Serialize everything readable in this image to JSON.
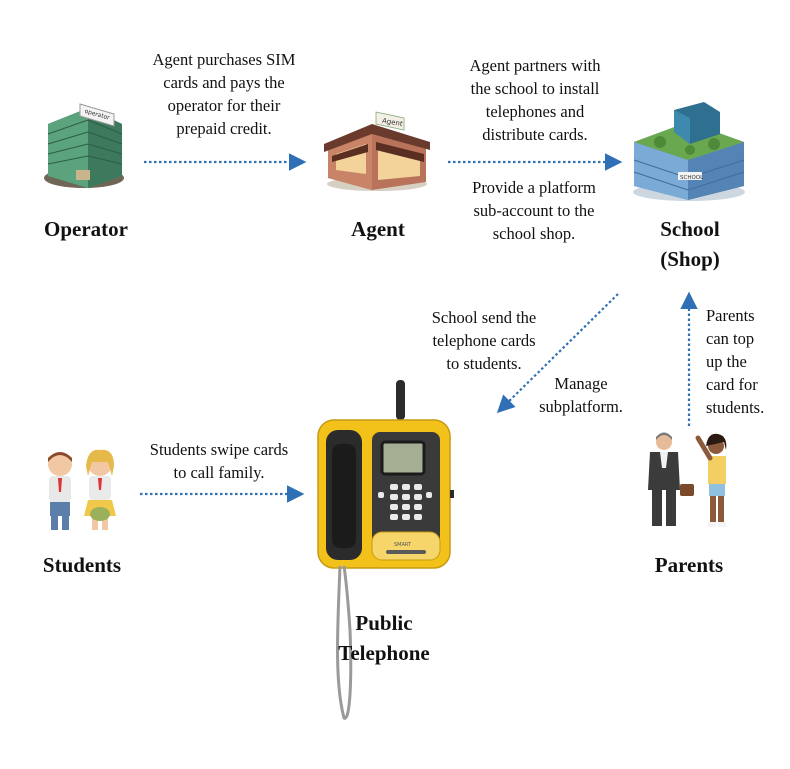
{
  "nodes": {
    "operator": {
      "label": "Operator",
      "sign_text": "operator"
    },
    "agent": {
      "label": "Agent",
      "sign_text": "Agent"
    },
    "school": {
      "label_line1": "School",
      "label_line2": "(Shop)",
      "sign_text": "SCHOOL"
    },
    "students": {
      "label": "Students"
    },
    "telephone": {
      "label_line1": "Public",
      "label_line2": "Telephone",
      "brand_text": "SMART"
    },
    "parents": {
      "label": "Parents"
    }
  },
  "edges": {
    "operator_to_agent": [
      "Agent purchases SIM",
      "cards and pays the",
      "operator for their",
      "prepaid credit."
    ],
    "agent_to_school_top": [
      "Agent partners with",
      "the school to install",
      "telephones and",
      "distribute cards."
    ],
    "agent_to_school_bottom": [
      "Provide a platform",
      "sub-account to the",
      "school shop."
    ],
    "school_to_phone_a": [
      "School send the",
      "telephone cards",
      "to students."
    ],
    "school_to_phone_b": [
      "Manage",
      "subplatform."
    ],
    "parents_to_school": [
      "Parents",
      "can top",
      "up the",
      "card for",
      "students."
    ],
    "students_to_phone": [
      "Students swipe cards",
      "to call family."
    ]
  },
  "colors": {
    "arrow": "#2f6fb6",
    "text": "#111111"
  }
}
